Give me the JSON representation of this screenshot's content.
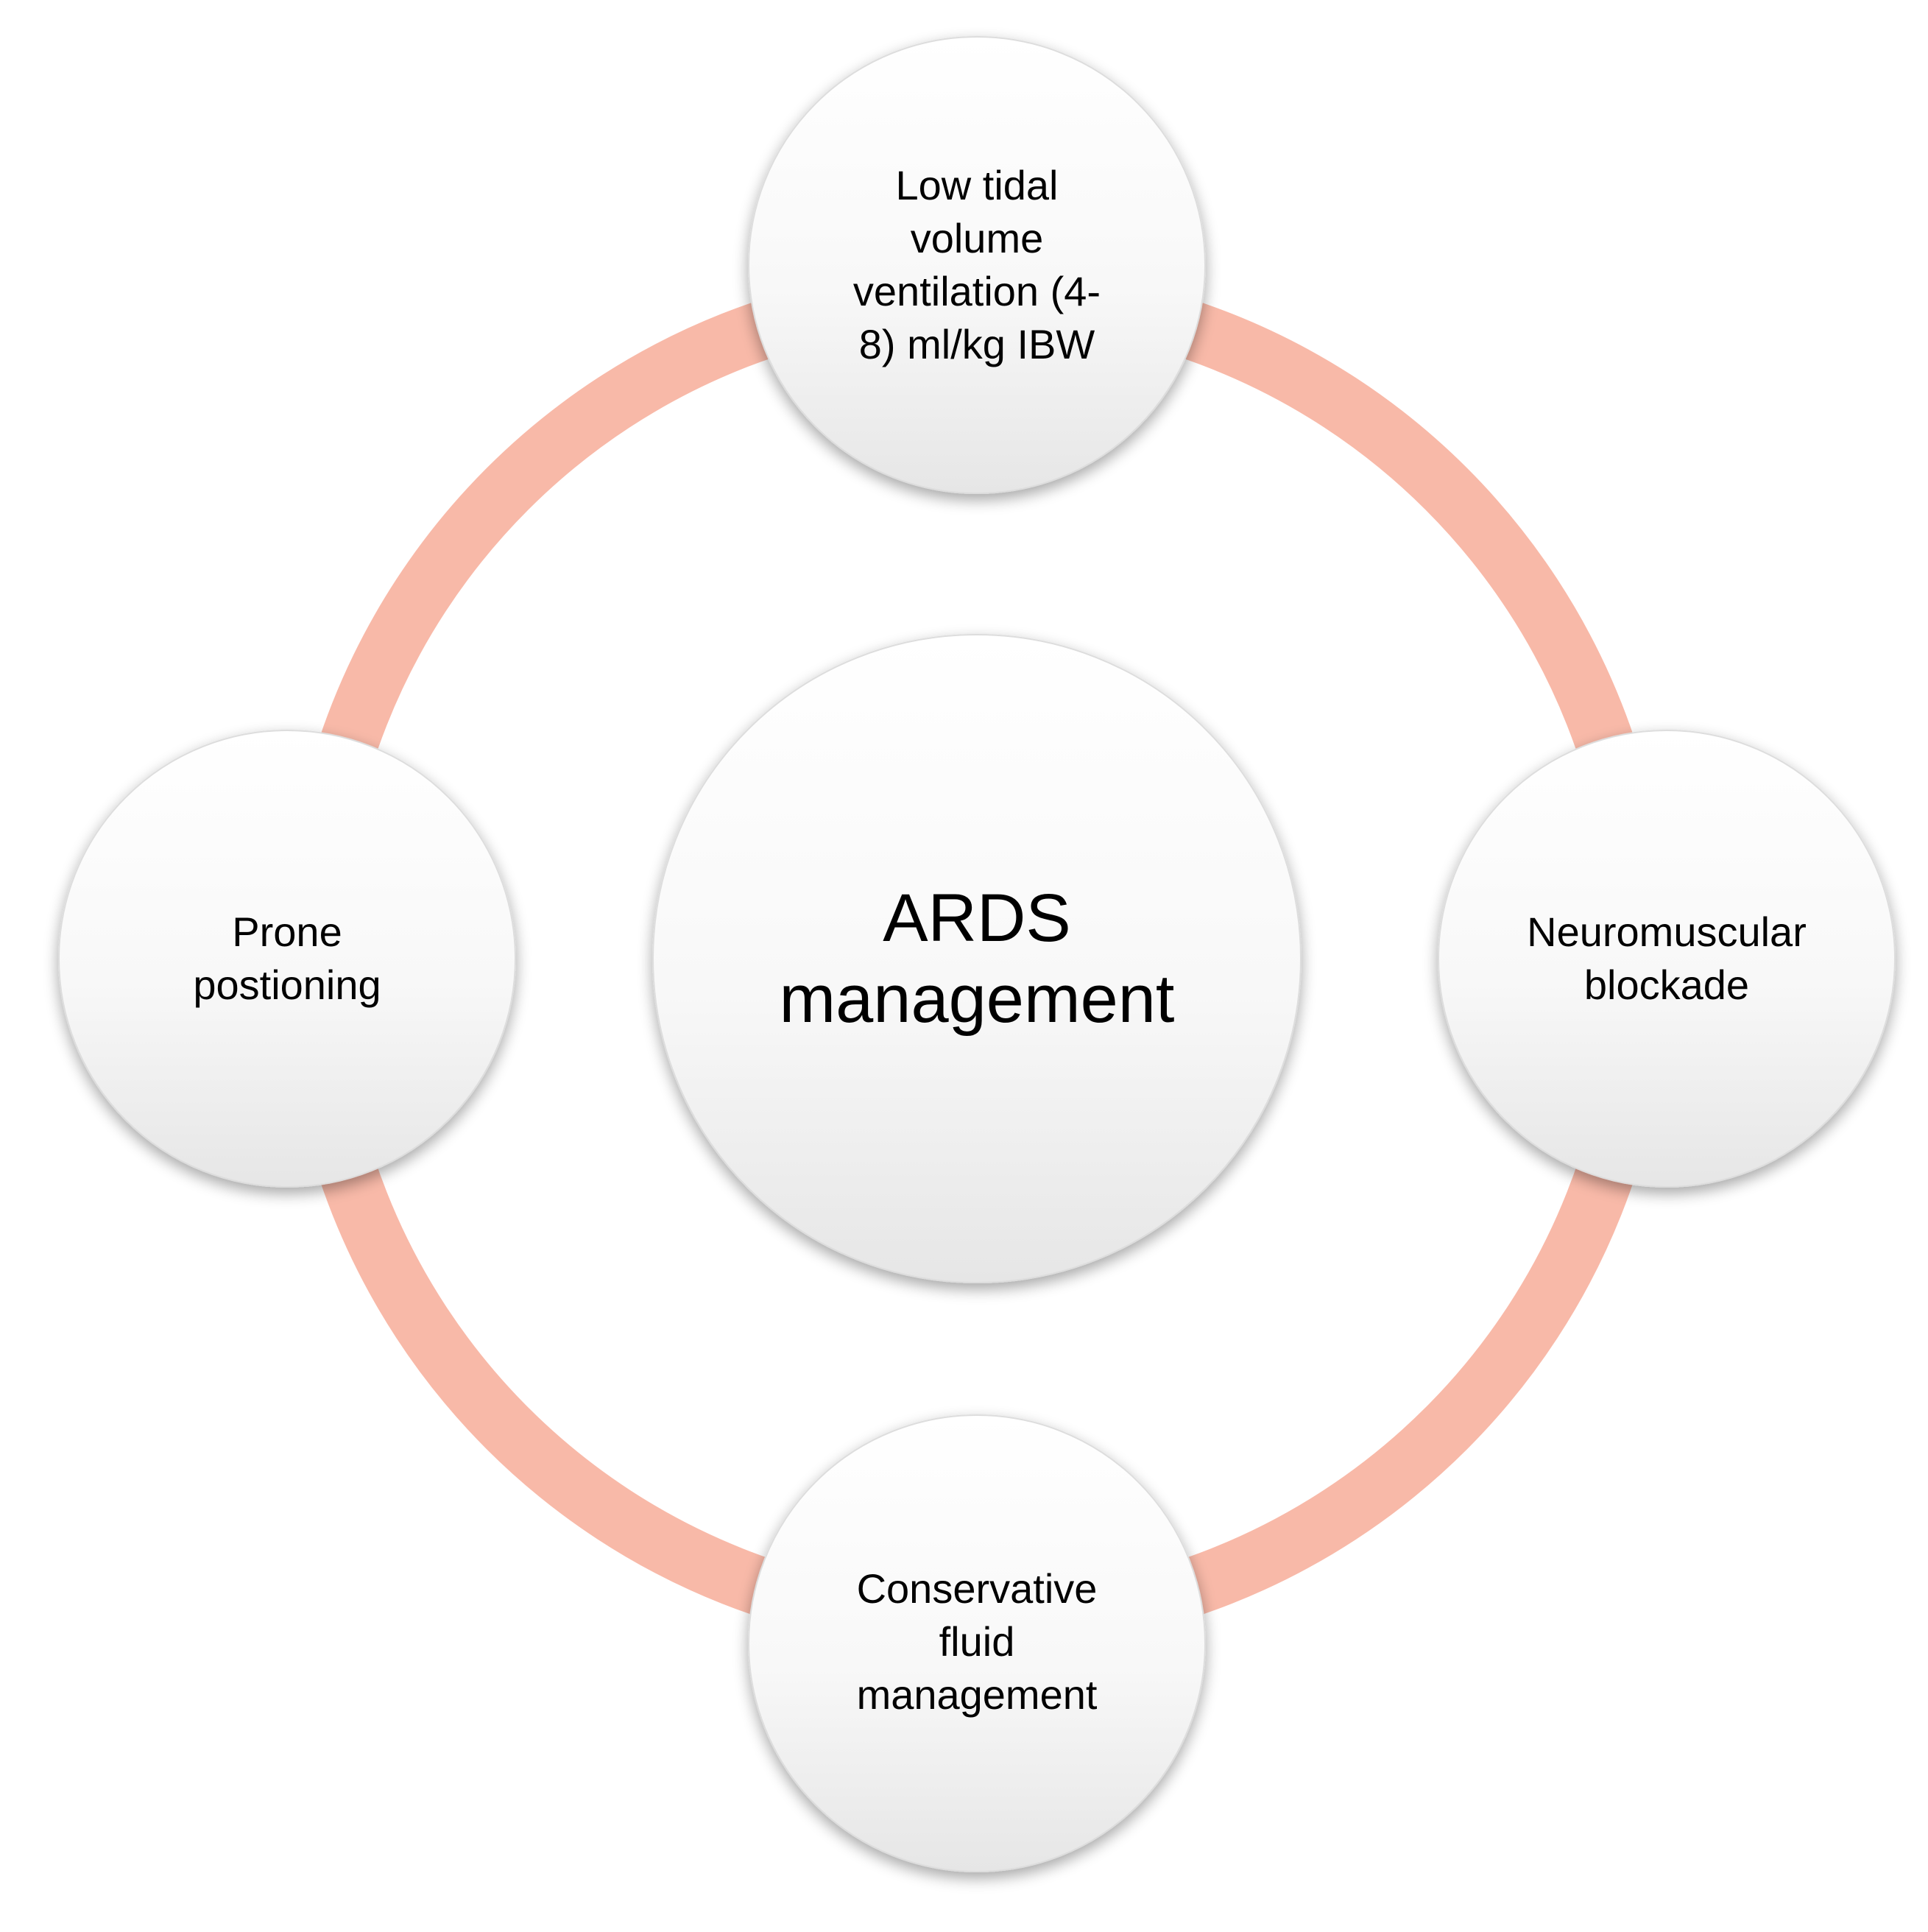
{
  "diagram": {
    "center": {
      "label": "ARDS\nmanagement"
    },
    "nodes": {
      "top": {
        "label": "Low tidal\nvolume\nventilation (4-\n8) ml/kg IBW"
      },
      "right": {
        "label": "Neuromuscular\nblockade"
      },
      "bottom": {
        "label": "Conservative\nfluid\nmanagement"
      },
      "left": {
        "label": "Prone\npostioning"
      }
    },
    "colors": {
      "ring": "#F8B9A8",
      "ring_edge": "#F0A592",
      "circle_fill_top": "#FFFFFF",
      "circle_fill_bottom": "#E9E9E9",
      "text": "#000000"
    }
  }
}
